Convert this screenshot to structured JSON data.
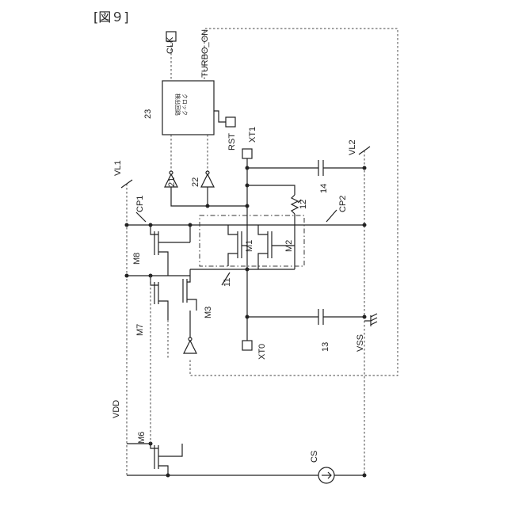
{
  "figure": {
    "title": "[図９]"
  },
  "nodes": {
    "vl1": "VL1",
    "vl2": "VL2",
    "vdd": "VDD",
    "vss": "VSS",
    "cp1": "CP1",
    "cp2": "CP2",
    "clk": "CLK",
    "turbo_on": "TURBO_ON",
    "rst": "RST",
    "xt1": "XT1",
    "xt0": "XT0",
    "cs": "CS"
  },
  "components": {
    "ref_23": "23",
    "ref_21": "21",
    "ref_22": "22",
    "ref_12": "12",
    "ref_14": "14",
    "ref_11": "11",
    "ref_13": "13",
    "m1": "M1",
    "m2": "M2",
    "m3": "M3",
    "m6": "M6",
    "m7": "M7",
    "m8": "M8",
    "clock_block_line1": "クロック",
    "clock_block_line2": "検出回路"
  }
}
